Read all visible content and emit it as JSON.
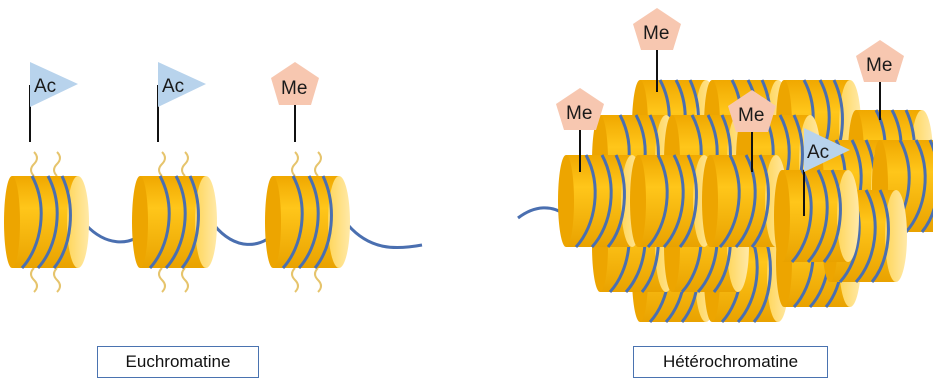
{
  "colors": {
    "nucleosome_fill": "#f5b800",
    "nucleosome_face": "#fde08a",
    "dna_strand": "#4a6fb0",
    "histone_tail": "#e6c46c",
    "acetyl_tag": "#b8d3ec",
    "methyl_tag": "#f7c7b0",
    "caption_border": "#4a73b0"
  },
  "marks": {
    "acetyl_label": "Ac",
    "methyl_label": "Me"
  },
  "euchromatin": {
    "label": "Euchromatine",
    "nucleosomes": [
      {
        "mark": "Ac"
      },
      {
        "mark": "Ac"
      },
      {
        "mark": "Me"
      }
    ]
  },
  "heterochromatin": {
    "label": "Hétérochromatine",
    "marks": [
      "Me",
      "Me",
      "Me",
      "Me",
      "Ac"
    ]
  }
}
